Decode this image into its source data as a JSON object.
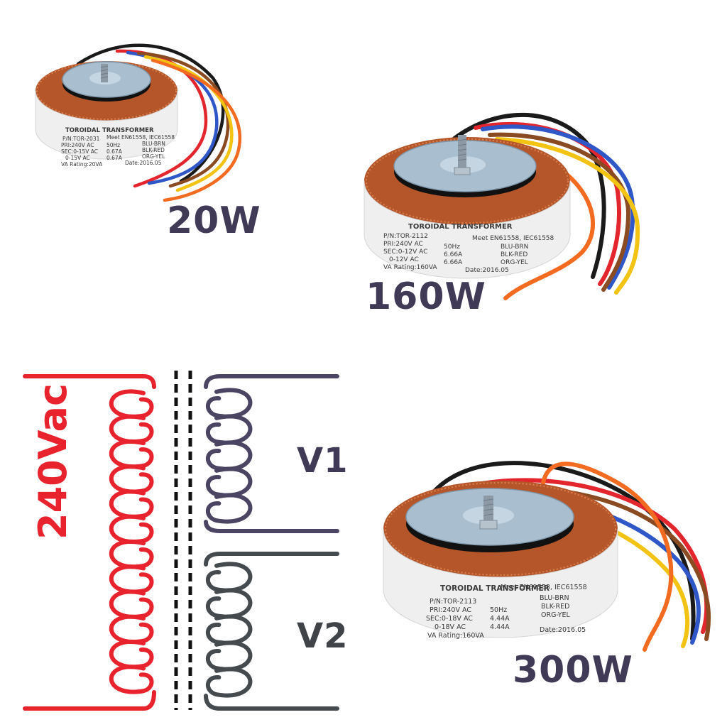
{
  "products": [
    {
      "rating_label": "20W",
      "plate": {
        "title": "TOROIDAL   TRANSFORMER",
        "standard": "Meet EN61558, IEC61558",
        "pn": "P/N:TOR-2031",
        "pri": "PRI:240V AC",
        "freq": "50Hz",
        "wire1": "BLU-BRN",
        "sec": "SEC:0-15V AC",
        "current1": "0.67A",
        "wire2": "BLK-RED",
        "sec2": "0-15V AC",
        "current2": "0.67A",
        "wire3": "ORG-YEL",
        "va": "VA Rating:20VA",
        "date": "Date:2016.05"
      }
    },
    {
      "rating_label": "160W",
      "plate": {
        "title": "TOROIDAL   TRANSFORMER",
        "standard": "Meet EN61558, IEC61558",
        "pn": "P/N:TOR-2112",
        "pri": "PRI:240V AC",
        "freq": "50Hz",
        "wire1": "BLU-BRN",
        "sec": "SEC:0-12V AC",
        "current1": "6.66A",
        "wire2": "BLK-RED",
        "sec2": "0-12V AC",
        "current2": "6.66A",
        "wire3": "ORG-YEL",
        "va": "VA Rating:160VA",
        "date": "Date:2016.05"
      }
    },
    {
      "rating_label": "300W",
      "plate": {
        "title": "TOROIDAL   TRANSFORMER",
        "standard": "Meet EN61558, IEC61558",
        "pn": "P/N:TOR-2113",
        "pri": "PRI:240V AC",
        "freq": "50Hz",
        "wire1": "BLU-BRN",
        "sec": "SEC:0-18V AC",
        "current1": "4.44A",
        "wire2": "BLK-RED",
        "sec2": "0-18V AC",
        "current2": "4.44A",
        "wire3": "ORG-YEL",
        "va": "VA Rating:160VA",
        "date": "Date:2016.05"
      }
    }
  ],
  "schematic": {
    "primary_label": "240Vac",
    "secondary1_label": "V1",
    "secondary2_label": "V2",
    "primary_turns": 12,
    "secondary_turns": 5
  },
  "colors": {
    "label_text": "#403a56",
    "primary_coil": "#e8232d",
    "secondary1_coil": "#4b4563",
    "secondary2_coil": "#444a4e",
    "core_dash": "#111111",
    "copper": "#b5562a",
    "steel": "#a9bfd0",
    "plate": "#f2f2f2",
    "wire_red": "#e3262d",
    "wire_black": "#1a1a1a",
    "wire_blue": "#2f57c8",
    "wire_brown": "#8a4b22",
    "wire_yellow": "#f2c313",
    "wire_orange": "#f36b21"
  }
}
